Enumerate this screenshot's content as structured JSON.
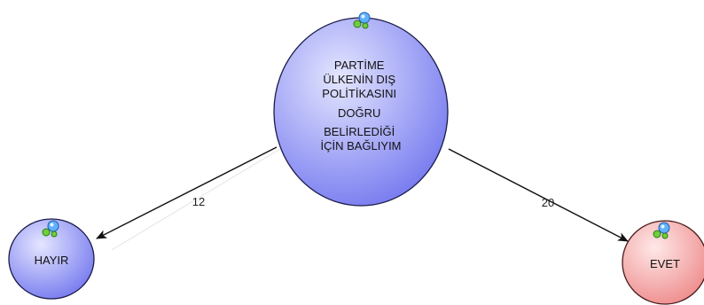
{
  "diagram": {
    "nodes": [
      {
        "id": "root",
        "label_lines": [
          "PARTİME",
          "ÜLKENİN DIŞ",
          "POLİTİKASINI",
          "DOĞRU",
          "BELİRLEDİĞİ",
          "İÇİN BAĞLIYIM"
        ],
        "fill_light": "#e4e6ff",
        "fill_dark": "#7478ee",
        "stroke": "#1c1c4a",
        "icon": "network-node-icon"
      },
      {
        "id": "hayir",
        "label_lines": [
          "HAYIR"
        ],
        "fill_light": "#e4e6ff",
        "fill_dark": "#7478ee",
        "stroke": "#1c1c4a",
        "icon": "network-node-icon"
      },
      {
        "id": "evet",
        "label_lines": [
          "EVET"
        ],
        "fill_light": "#ffe8e8",
        "fill_dark": "#ee8a8a",
        "stroke": "#4a1c1c",
        "icon": "network-node-icon"
      }
    ],
    "edges": [
      {
        "from": "root",
        "to": "hayir",
        "label": "12"
      },
      {
        "from": "root",
        "to": "evet",
        "label": "20"
      }
    ]
  }
}
